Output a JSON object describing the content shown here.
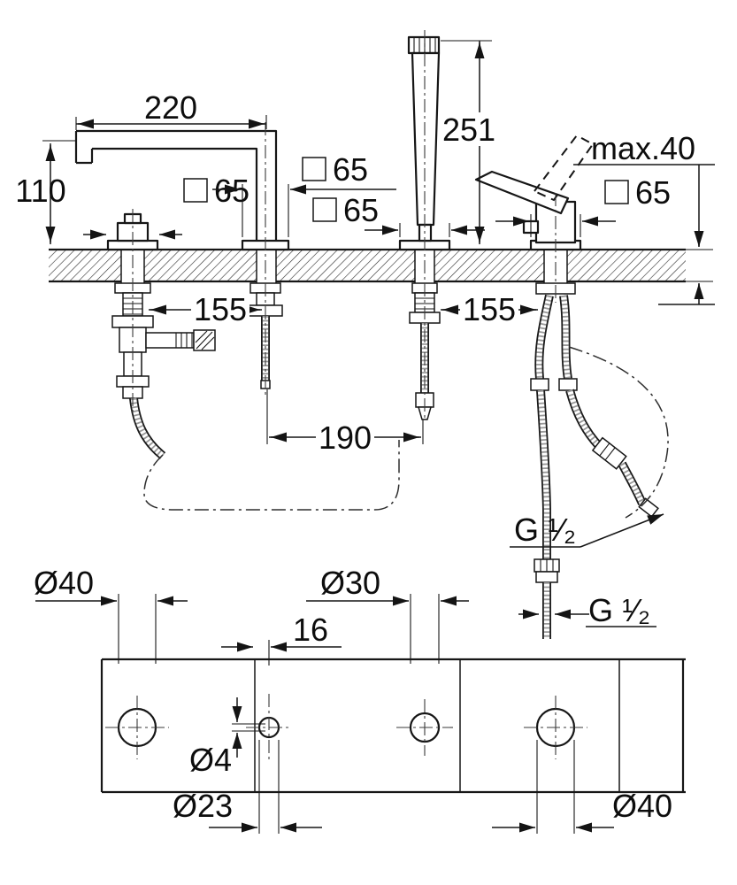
{
  "page": {
    "background": "#ffffff",
    "ink": "#161616"
  },
  "labels": {
    "d220": "220",
    "d110": "110",
    "d251": "251",
    "max40": "max.40",
    "sq65": "65",
    "d155a": "155",
    "d155b": "155",
    "d190": "190",
    "g12a": "G ¹⁄₂",
    "g12b": "G ¹⁄₂",
    "dia40_left": "Ø40",
    "dia30": "Ø30",
    "d16": "16",
    "dia4": "Ø4",
    "dia23": "Ø23",
    "dia40_right": "Ø40"
  }
}
